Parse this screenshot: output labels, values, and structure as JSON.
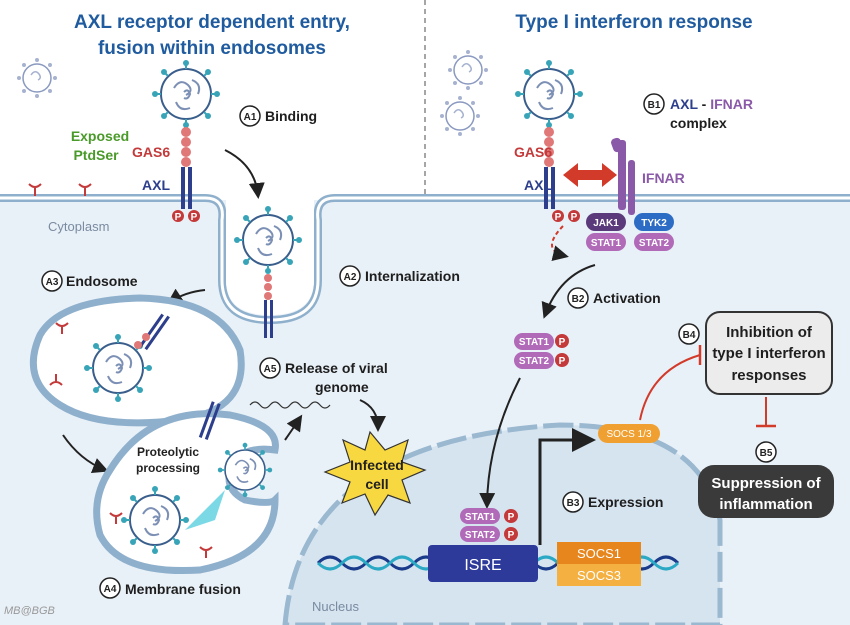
{
  "titles": {
    "left": [
      "AXL receptor dependent entry,",
      "fusion within endosomes"
    ],
    "right": "Type I interferon response"
  },
  "labels": {
    "exposed": "Exposed",
    "ptdser": "PtdSer",
    "gas6_left": "GAS6",
    "axl_left": "AXL",
    "gas6_right": "GAS6",
    "axl_right": "AXL",
    "ifnar": "IFNAR",
    "cytoplasm": "Cytoplasm",
    "nucleus": "Nucleus",
    "infected": "Infected",
    "cell": "cell",
    "proteolytic": "Proteolytic",
    "processing": "processing",
    "watermark": "MB@BGB"
  },
  "steps": {
    "a1": {
      "badge": "A1",
      "text": "Binding"
    },
    "a2": {
      "badge": "A2",
      "text": "Internalization"
    },
    "a3": {
      "badge": "A3",
      "text": "Endosome"
    },
    "a4": {
      "badge": "A4",
      "text": "Membrane fusion"
    },
    "a5": {
      "badge": "A5",
      "text1": "Release of viral",
      "text2": "genome"
    },
    "b1": {
      "badge": "B1",
      "axl": "AXL",
      "dash": " - ",
      "ifnar": "IFNAR",
      "complex": "complex"
    },
    "b2": {
      "badge": "B2",
      "text": "Activation"
    },
    "b3": {
      "badge": "B3",
      "text": "Expression"
    },
    "b4": {
      "badge": "B4"
    },
    "b5": {
      "badge": "B5"
    }
  },
  "proteins": {
    "p": "P",
    "jak1": "JAK1",
    "tyk2": "TYK2",
    "stat1": "STAT1",
    "stat2": "STAT2",
    "socs_short": "SOCS 1/3",
    "isre": "ISRE",
    "socs1": "SOCS1",
    "socs3": "SOCS3"
  },
  "boxes": {
    "inhibition": [
      "Inhibition of",
      "type I interferon",
      "responses"
    ],
    "suppression": [
      "Suppression of",
      "inflammation"
    ]
  },
  "colors": {
    "title": "#1f5b9e",
    "axl": "#2c3e8c",
    "gas6": "#c43a3a",
    "ptdser": "#4a9a2a",
    "ifnar": "#8a5aa8",
    "cytoplasm": "#e9f1f8",
    "nucleus": "#d6e4f0",
    "socs": "#f0a030"
  }
}
